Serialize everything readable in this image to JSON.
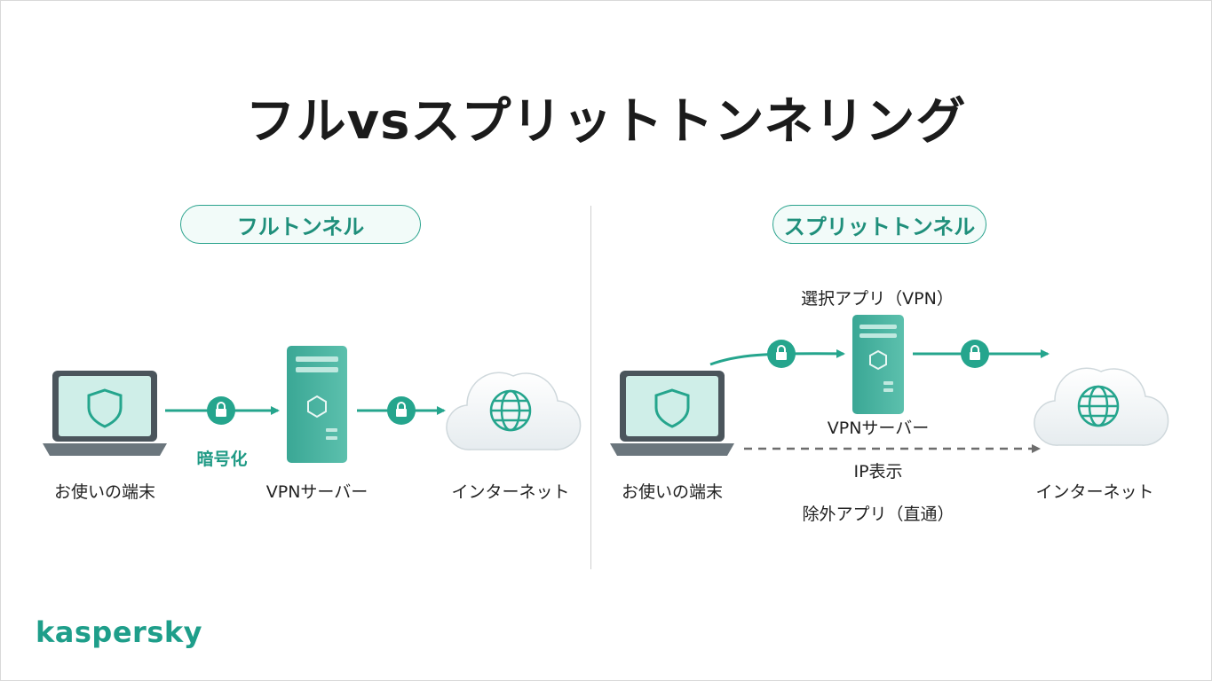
{
  "title": "フルvsスプリットトンネリング",
  "full": {
    "pill": "フルトンネル",
    "device": "お使いの端末",
    "encrypt": "暗号化",
    "server": "VPNサーバー",
    "internet": "インターネット"
  },
  "split": {
    "pill": "スプリットトンネル",
    "selected_app": "選択アプリ（VPN）",
    "server": "VPNサーバー",
    "ip": "IP表示",
    "device": "お使いの端末",
    "excluded_app": "除外アプリ（直通）",
    "internet": "インターネット"
  },
  "brand": "kaspersky",
  "colors": {
    "accent": "#25a58d",
    "dashed": "#6d6d6d"
  }
}
